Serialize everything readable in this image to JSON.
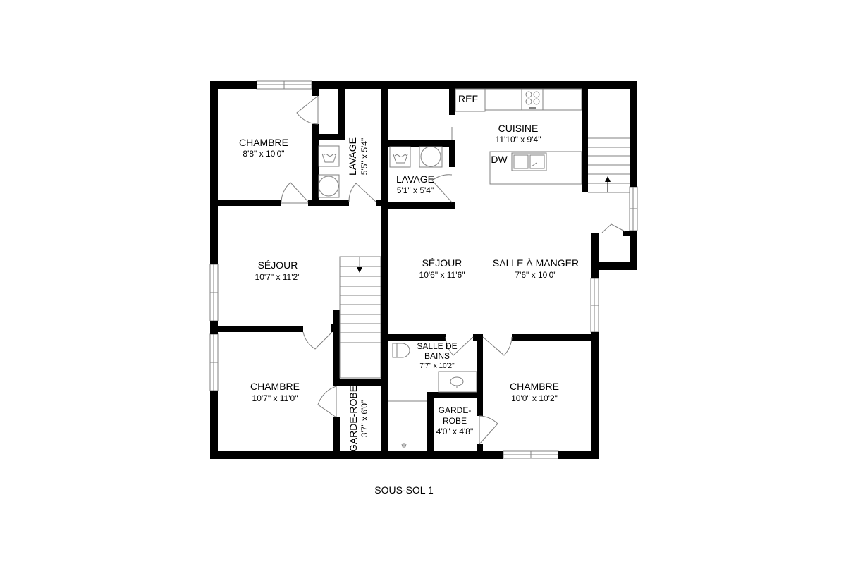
{
  "plan": {
    "floor_label": "SOUS-SOL 1",
    "colors": {
      "wall": "#000000",
      "fixture_line": "#808080",
      "background": "#ffffff"
    },
    "rooms": [
      {
        "id": "chambre_nw",
        "name": "CHAMBRE",
        "dims": "8'8\" x 10'0\""
      },
      {
        "id": "lavage_1",
        "name": "LAVAGE",
        "dims": "5'5\" x 5'4\""
      },
      {
        "id": "lavage_2",
        "name": "LAVAGE",
        "dims": "5'1\" x 5'4\""
      },
      {
        "id": "cuisine",
        "name": "CUISINE",
        "dims": "11'10\" x 9'4\""
      },
      {
        "id": "sejour_w",
        "name": "SÉJOUR",
        "dims": "10'7\" x 11'2\""
      },
      {
        "id": "sejour_c",
        "name": "SÉJOUR",
        "dims": "10'6\" x 11'6\""
      },
      {
        "id": "salle_a_manger",
        "name": "SALLE À MANGER",
        "dims": "7'6\" x 10'0\""
      },
      {
        "id": "chambre_sw",
        "name": "CHAMBRE",
        "dims": "10'7\" x 11'0\""
      },
      {
        "id": "garde_robe_1",
        "name": "GARDE-ROBE",
        "dims": "3'7\" x 6'0\""
      },
      {
        "id": "salle_de_bains",
        "name_line1": "SALLE DE",
        "name_line2": "BAINS",
        "dims": "7'7\" x 10'2\""
      },
      {
        "id": "garde_robe_2",
        "name_line1": "GARDE-",
        "name_line2": "ROBE",
        "dims": "4'0\" x 4'8\""
      },
      {
        "id": "chambre_se",
        "name": "CHAMBRE",
        "dims": "10'0\" x 10'2\""
      }
    ],
    "fixtures": {
      "ref": "REF",
      "dw": "DW"
    }
  }
}
